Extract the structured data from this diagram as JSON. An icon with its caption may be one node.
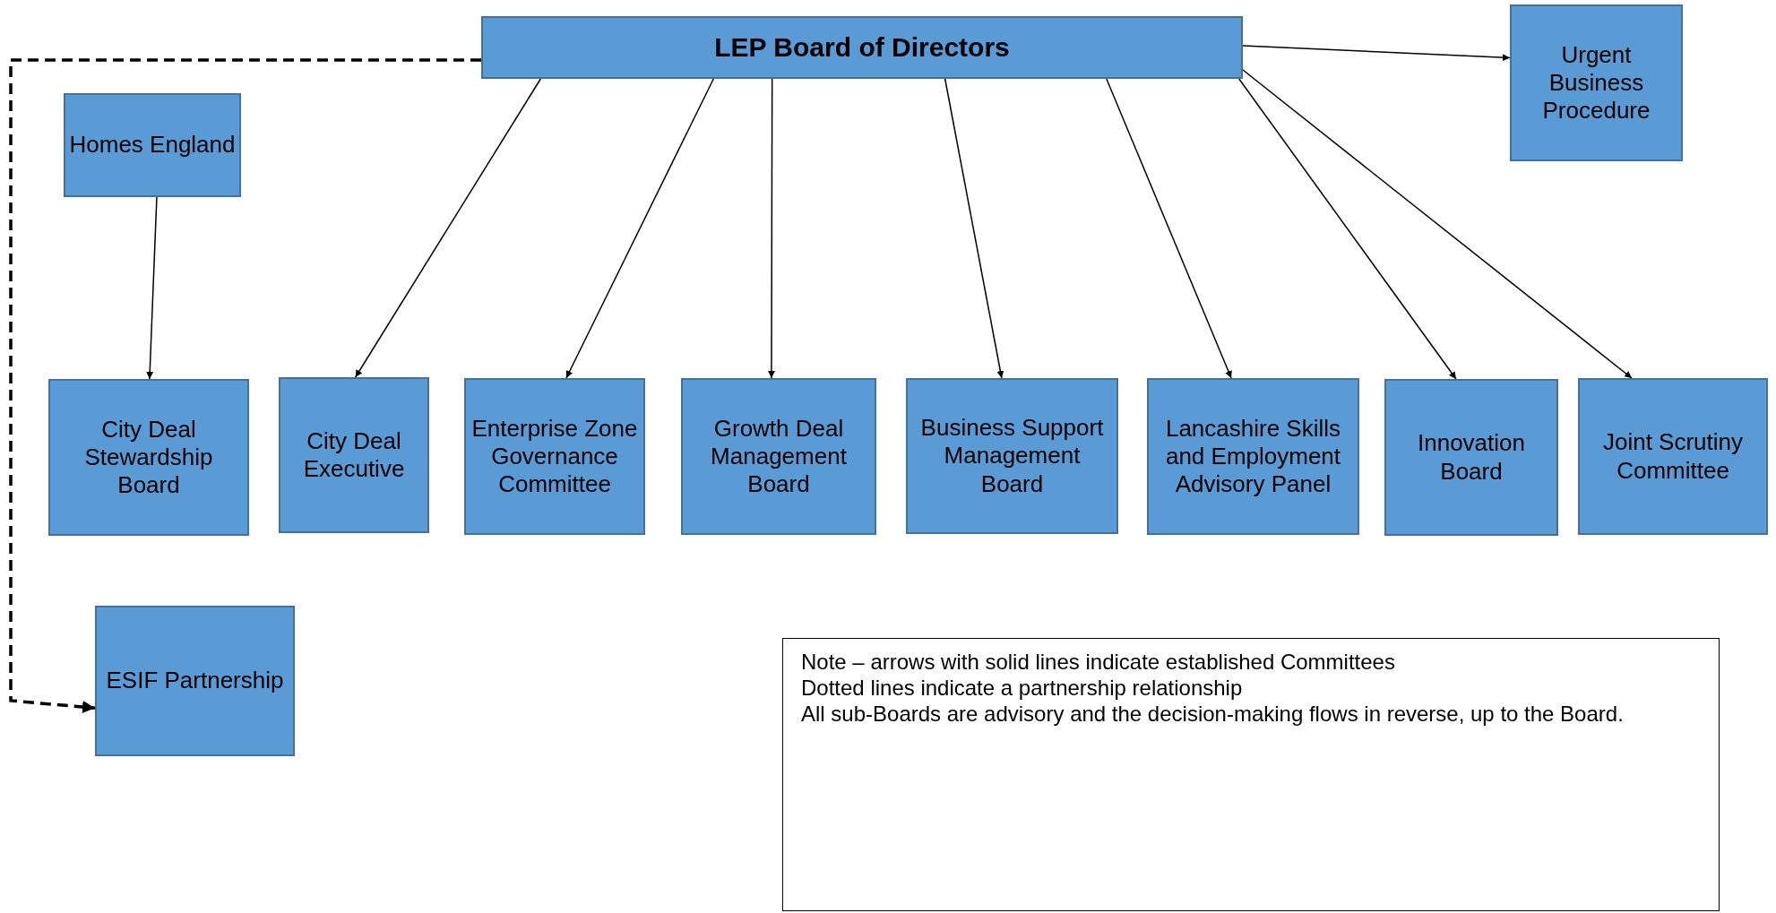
{
  "diagram": {
    "nodes": [
      {
        "text": [
          "LEP Board of Directors"
        ]
      },
      {
        "text": [
          "Urgent Business Procedure"
        ]
      },
      {
        "text": [
          "Homes England"
        ]
      },
      {
        "text": [
          "City Deal Stewardship Board"
        ]
      },
      {
        "text": [
          "City Deal Executive"
        ]
      },
      {
        "text": [
          "Enterprise Zone Governance Committee"
        ]
      },
      {
        "text": [
          "Growth Deal Management Board"
        ]
      },
      {
        "text": [
          "Business Support Management Board"
        ]
      },
      {
        "text": [
          "Lancashire Skills and Employment Advisory Panel"
        ]
      },
      {
        "text": [
          "Innovation Board"
        ]
      },
      {
        "text": [
          "Joint Scrutiny Committee"
        ]
      },
      {
        "text": [
          "ESIF Partnership"
        ]
      },
      {
        "text": [
          "Note – arrows with solid lines indicate established Committees",
          "Dotted lines indicate a partnership relationship",
          "All sub-Boards are advisory and the decision-making flows in reverse, up to the Board."
        ]
      }
    ],
    "edges": [
      {
        "from": 0,
        "to": 1,
        "arrow": "to"
      },
      {
        "from": 0,
        "to": 4,
        "arrow": "to"
      },
      {
        "from": 0,
        "to": 5,
        "arrow": "to"
      },
      {
        "from": 0,
        "to": 6,
        "arrow": "to"
      },
      {
        "from": 0,
        "to": 7,
        "arrow": "to"
      },
      {
        "from": 0,
        "to": 8,
        "arrow": "to"
      },
      {
        "from": 0,
        "to": 9,
        "arrow": "to"
      },
      {
        "from": 0,
        "to": 10,
        "arrow": "to"
      },
      {
        "from": 2,
        "to": 3,
        "arrow": "to"
      },
      {
        "from": 0,
        "to": 11,
        "arrow": "to",
        "style": "dashed"
      }
    ]
  }
}
